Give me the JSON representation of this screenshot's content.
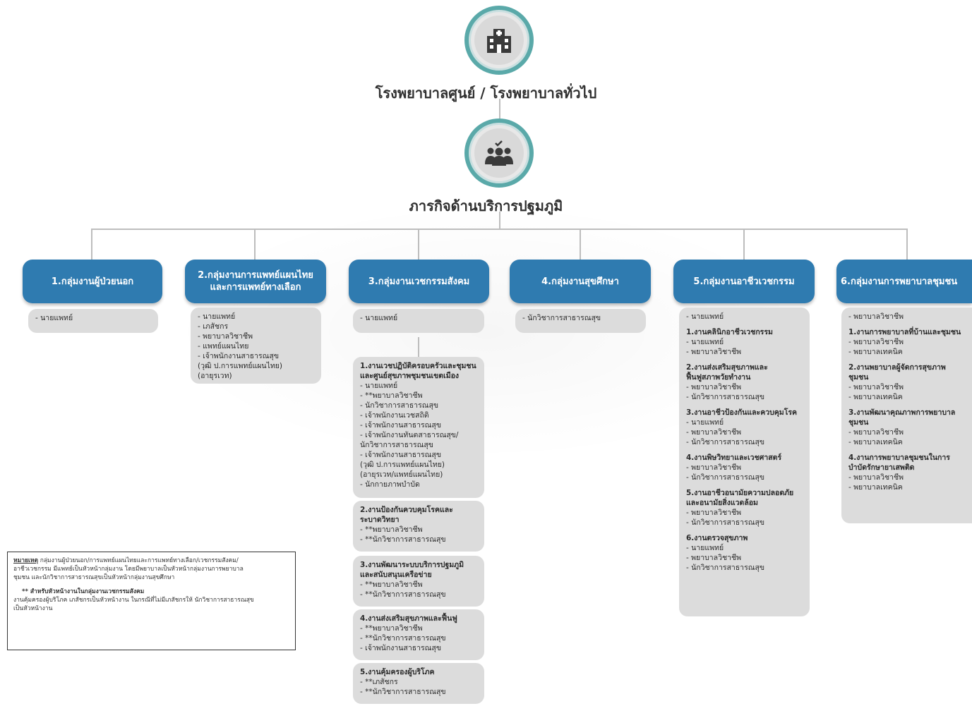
{
  "top": {
    "title": "โรงพยาบาลศูนย์ / โรงพยาบาลทั่วไป",
    "icon": "hospital-icon"
  },
  "mission": {
    "title": "ภารกิจด้านบริการปฐมภูมิ",
    "icon": "people-group-icon"
  },
  "colors": {
    "header_blue": "#2f7bb0",
    "ring_teal": "#5aa9a9",
    "box_gray": "#dcdcdc"
  },
  "groups": [
    {
      "title": "1.กลุ่มงานผู้ป่วยนอก",
      "items": [
        "- นายแพทย์"
      ]
    },
    {
      "title_l1": "2.กลุ่มงานการแพทย์แผนไทย",
      "title_l2": "และการแพทย์ทางเลือก",
      "items": [
        "- นายแพทย์",
        "- เภสัชกร",
        "- พยาบาลวิชาชีพ",
        "- แพทย์แผนไทย",
        "- เจ้าพนักงานสาธารณสุข",
        "  (วุฒิ ป.การแพทย์แผนไทย)",
        "  (อายุรเวท)"
      ]
    },
    {
      "title": "3.กลุ่มงานเวชกรรมสังคม",
      "items": [
        "- นายแพทย์"
      ],
      "subs": [
        {
          "title_l1": "1.งานเวชปฏิบัติครอบครัวและชุมชน",
          "title_l2": "และศูนย์สุขภาพชุมชนเขตเมือง",
          "items": [
            "- นายแพทย์",
            "- **พยาบาลวิชาชีพ",
            "- นักวิชาการสาธารณสุข",
            "- เจ้าพนักงานเวชสถิติ",
            "- เจ้าพนักงานสาธารณสุข",
            "- เจ้าพนักงานทันตสาธารณสุข/",
            "  นักวิชาการสาธารณสุข",
            "- เจ้าพนักงานสาธารณสุข",
            "  (วุฒิ ป.การแพทย์แผนไทย)",
            "  (อายุรเวท/แพทย์แผนไทย)",
            "- นักกายภาพบำบัด"
          ]
        },
        {
          "title_l1": "2.งานป้องกันควบคุมโรคและ",
          "title_l2": "ระบาดวิทยา",
          "items": [
            "- **พยาบาลวิชาชีพ",
            "- **นักวิชาการสาธารณสุข"
          ]
        },
        {
          "title_l1": "3.งานพัฒนาระบบบริการปฐมภูมิ",
          "title_l2": "และสนับสนุนเครือข่าย",
          "items": [
            "- **พยาบาลวิชาชีพ",
            "- **นักวิชาการสาธารณสุข"
          ]
        },
        {
          "title_l1": "4.งานส่งเสริมสุขภาพและฟื้นฟู",
          "title_l2": "",
          "items": [
            "- **พยาบาลวิชาชีพ",
            "- **นักวิชาการสาธารณสุข",
            "- เจ้าพนักงานสาธารณสุข"
          ]
        },
        {
          "title_l1": "5.งานคุ้มครองผู้บริโภค",
          "title_l2": "",
          "items": [
            "- **เภสัชกร",
            "- **นักวิชาการสาธารณสุข"
          ]
        }
      ]
    },
    {
      "title": "4.กลุ่มงานสุขศึกษา",
      "items": [
        "- นักวิชาการสาธารณสุข"
      ]
    },
    {
      "title": "5.กลุ่มงานอาชีวเวชกรรม",
      "items": [
        "- นายแพทย์"
      ],
      "subs": [
        {
          "title_l1": "1.งานคลินิกอาชีวเวชกรรม",
          "title_l2": "",
          "items": [
            "- นายแพทย์",
            "- พยาบาลวิชาชีพ"
          ]
        },
        {
          "title_l1": "2.งานส่งเสริมสุขภาพและ",
          "title_l2": "ฟื้นฟูสภาพวัยทำงาน",
          "items": [
            "- พยาบาลวิชาชีพ",
            "- นักวิชาการสาธารณสุข"
          ]
        },
        {
          "title_l1": "3.งานอาชีวป้องกันและควบคุมโรค",
          "title_l2": "",
          "items": [
            "- นายแพทย์",
            "- พยาบาลวิชาชีพ",
            "- นักวิชาการสาธารณสุข"
          ]
        },
        {
          "title_l1": "4.งานพิษวิทยาและเวชศาสตร์",
          "title_l2": "",
          "items": [
            "- พยาบาลวิชาชีพ",
            "- นักวิชาการสาธารณสุข"
          ]
        },
        {
          "title_l1": "5.งานอาชีวอนามัยความปลอดภัย",
          "title_l2": "และอนามัยสิ่งแวดล้อม",
          "items": [
            "- พยาบาลวิชาชีพ",
            "- นักวิชาการสาธารณสุข"
          ]
        },
        {
          "title_l1": "6.งานตรวจสุขภาพ",
          "title_l2": "",
          "items": [
            "- นายแพทย์",
            "- พยาบาลวิชาชีพ",
            "- นักวิชาการสาธารณสุข"
          ]
        }
      ]
    },
    {
      "title": "6.กลุ่มงานการพยาบาลชุมชน",
      "items": [
        "- พยาบาลวิชาชีพ"
      ],
      "subs": [
        {
          "title_l1": "1.งานการพยาบาลที่บ้านและชุมชน",
          "title_l2": "",
          "items": [
            "- พยาบาลวิชาชีพ",
            "- พยาบาลเทคนิค"
          ]
        },
        {
          "title_l1": "2.งานพยาบาลผู้จัดการสุขภาพ",
          "title_l2": "ชุมชน",
          "items": [
            "- พยาบาลวิชาชีพ",
            "- พยาบาลเทคนิค"
          ]
        },
        {
          "title_l1": "3.งานพัฒนาคุณภาพการพยาบาล",
          "title_l2": "ชุมชน",
          "items": [
            "- พยาบาลวิชาชีพ",
            "- พยาบาลเทคนิค"
          ]
        },
        {
          "title_l1": "4.งานการพยาบาลชุมชนในการ",
          "title_l2": "บำบัดรักษายาเสพติด",
          "items": [
            "- พยาบาลวิชาชีพ",
            "- พยาบาลเทคนิค"
          ]
        }
      ]
    }
  ],
  "note": {
    "label": "หมายเหตุ",
    "line1": "กลุ่มงานผู้ป่วยนอก/การแพทย์แผนไทยและการแพทย์ทางเลือก/เวชกรรมสังคม/",
    "line2": "อาชีวเวชกรรม มีแพทย์เป็นหัวหน้ากลุ่มงาน โดยมีพยาบาลเป็นหัวหน้ากลุ่มงานการพยาบาล",
    "line3": "ชุมชน และนักวิชาการสาธารณสุขเป็นหัวหน้ากลุ่มงานสุขศึกษา",
    "line4": "** สำหรับหัวหน้างานในกลุ่มงานเวชกรรมสังคม",
    "line5": "งานคุ้มครองผู้บริโภค เภสัชกรเป็นหัวหน้างาน ในกรณีที่ไม่มีเภสัชกรให้ นักวิชาการสาธารณสุข",
    "line6": "เป็นหัวหน้างาน"
  }
}
